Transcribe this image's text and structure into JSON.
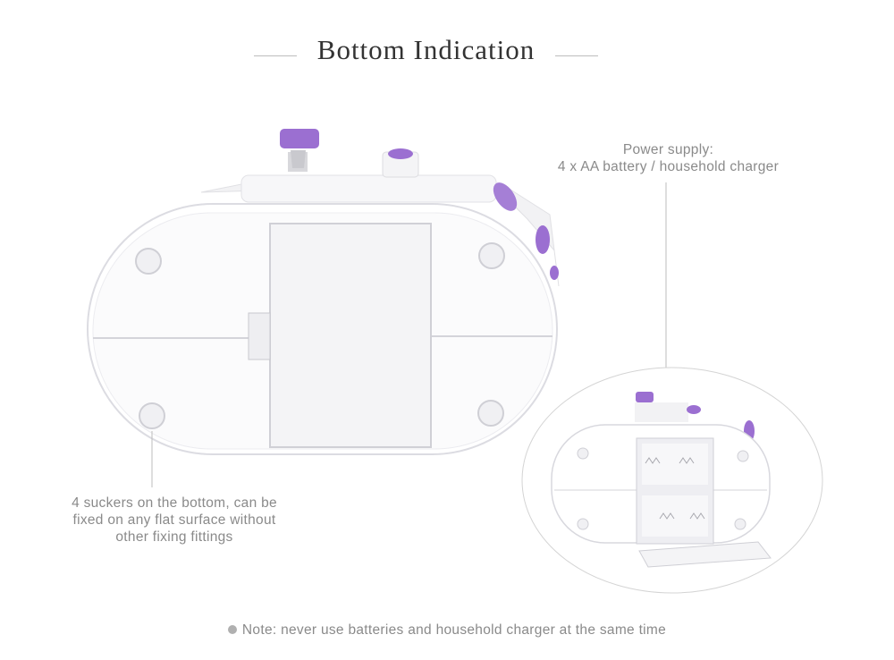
{
  "title": "Bottom Indication",
  "power_callout": {
    "line1": "Power supply:",
    "line2": "4 x AA battery / household charger"
  },
  "suckers_callout": {
    "line1": "4 suckers on the bottom, can be",
    "line2": "fixed on any flat surface without",
    "line3": "other fixing fittings"
  },
  "note": "Note: never use batteries and household charger at the same time",
  "colors": {
    "accent": "#9b6fd1",
    "text": "#888888",
    "title": "#333333"
  },
  "icons": [
    "thread-knob-icon",
    "note-bullet-icon"
  ]
}
